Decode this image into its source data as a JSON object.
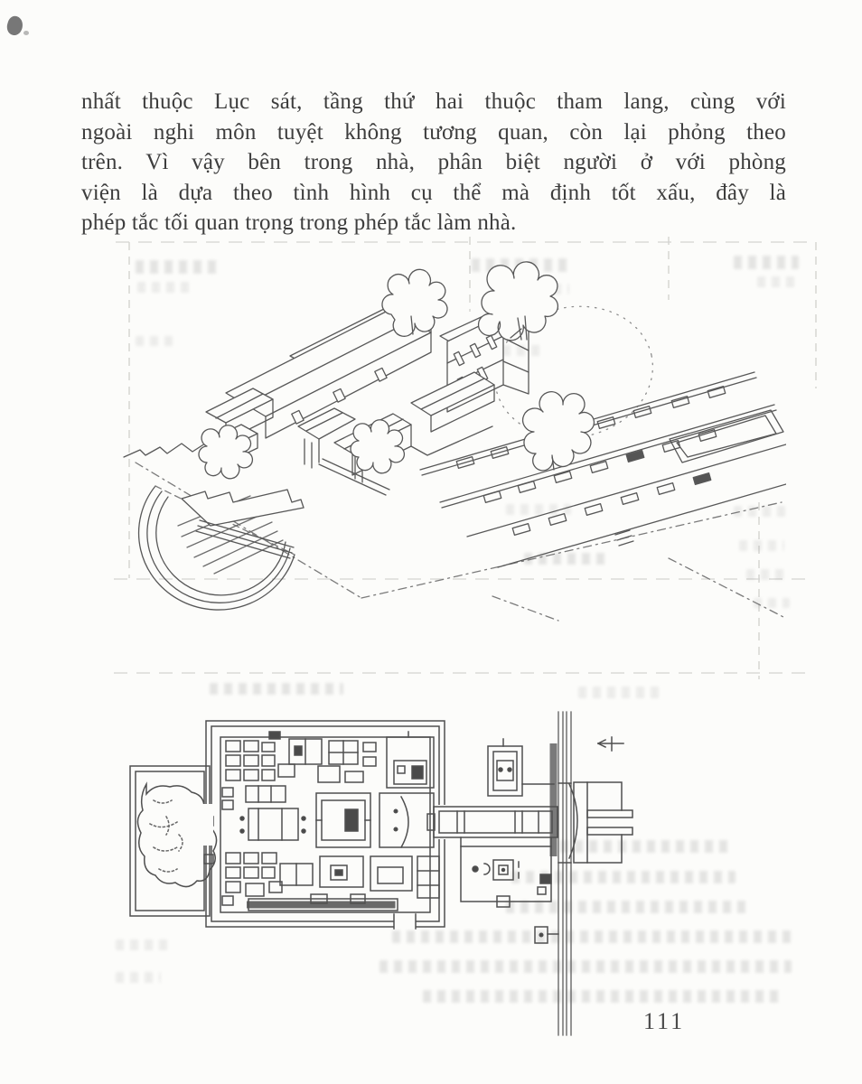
{
  "page": {
    "paragraph_lines": [
      "nhất thuộc Lục sát, tầng thứ hai thuộc tham lang, cùng với",
      "ngoài nghi môn tuyệt không tương quan, còn lại phỏng theo",
      "trên. Vì vậy bên trong nhà, phân biệt người ở với phòng",
      "viện là dựa theo tình hình cụ thể mà định tốt xấu, đây là",
      "phép tắc tối quan trọng trong phép tắc làm nhà."
    ],
    "page_number": "111",
    "colors": {
      "paper": "#fcfcfa",
      "ink": "#3d3d3d",
      "figure_line": "#585858",
      "bleedthrough": "#d0d0cd"
    }
  }
}
